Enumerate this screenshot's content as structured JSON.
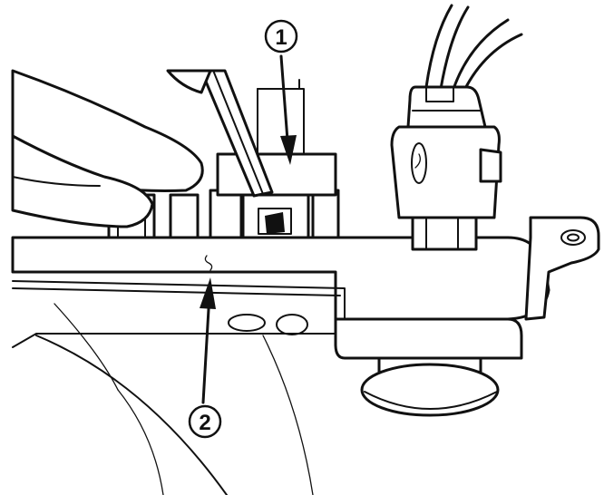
{
  "callouts": [
    {
      "label": "1",
      "target": "harness-connector"
    },
    {
      "label": "2",
      "target": "pcv-gasket-edge"
    }
  ],
  "colors": {
    "ink": "#111111",
    "background": "#ffffff"
  }
}
